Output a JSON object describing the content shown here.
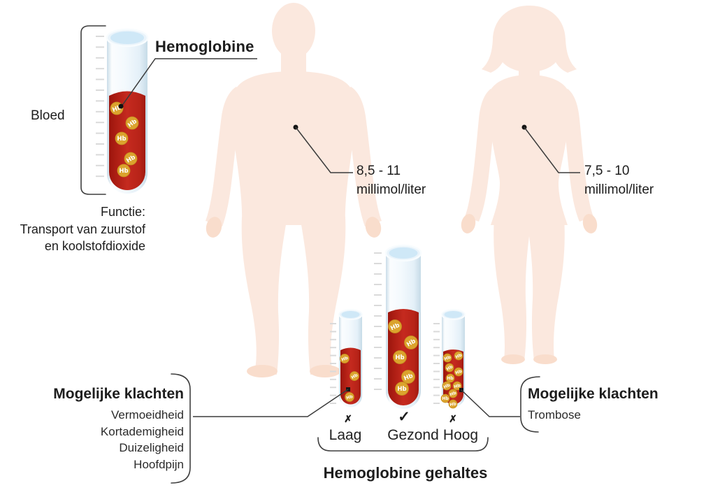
{
  "blood_tube": {
    "label": "Bloed",
    "callout_label": "Hemoglobine",
    "caption_lines": [
      "Functie:",
      "Transport van zuurstof",
      "en koolstofdioxide"
    ]
  },
  "hb_label": "Hb",
  "male_range": {
    "value": "8,5 - 11",
    "unit": "millimol/liter"
  },
  "female_range": {
    "value": "7,5 - 10",
    "unit": "millimol/liter"
  },
  "levels": {
    "title": "Hemoglobine gehaltes",
    "low": {
      "label": "Laag",
      "mark": "✗"
    },
    "healthy": {
      "label": "Gezond",
      "mark": "✓"
    },
    "high": {
      "label": "Hoog",
      "mark": "✗"
    }
  },
  "low_complaints": {
    "heading": "Mogelijke klachten",
    "items": [
      "Vermoeidheid",
      "Kortademigheid",
      "Duizeligheid",
      "Hoofdpijn"
    ]
  },
  "high_complaints": {
    "heading": "Mogelijke klachten",
    "items": [
      "Trombose"
    ]
  },
  "colors": {
    "blood_red": "#c0281e",
    "hb_gold": "#d9a02c",
    "silhouette_peach": "#fbe8de",
    "glass_blue": "#d2eaf8",
    "line_dark": "#3b3b3b",
    "tick_gray": "#dadada",
    "text": "#1d1d1d"
  }
}
